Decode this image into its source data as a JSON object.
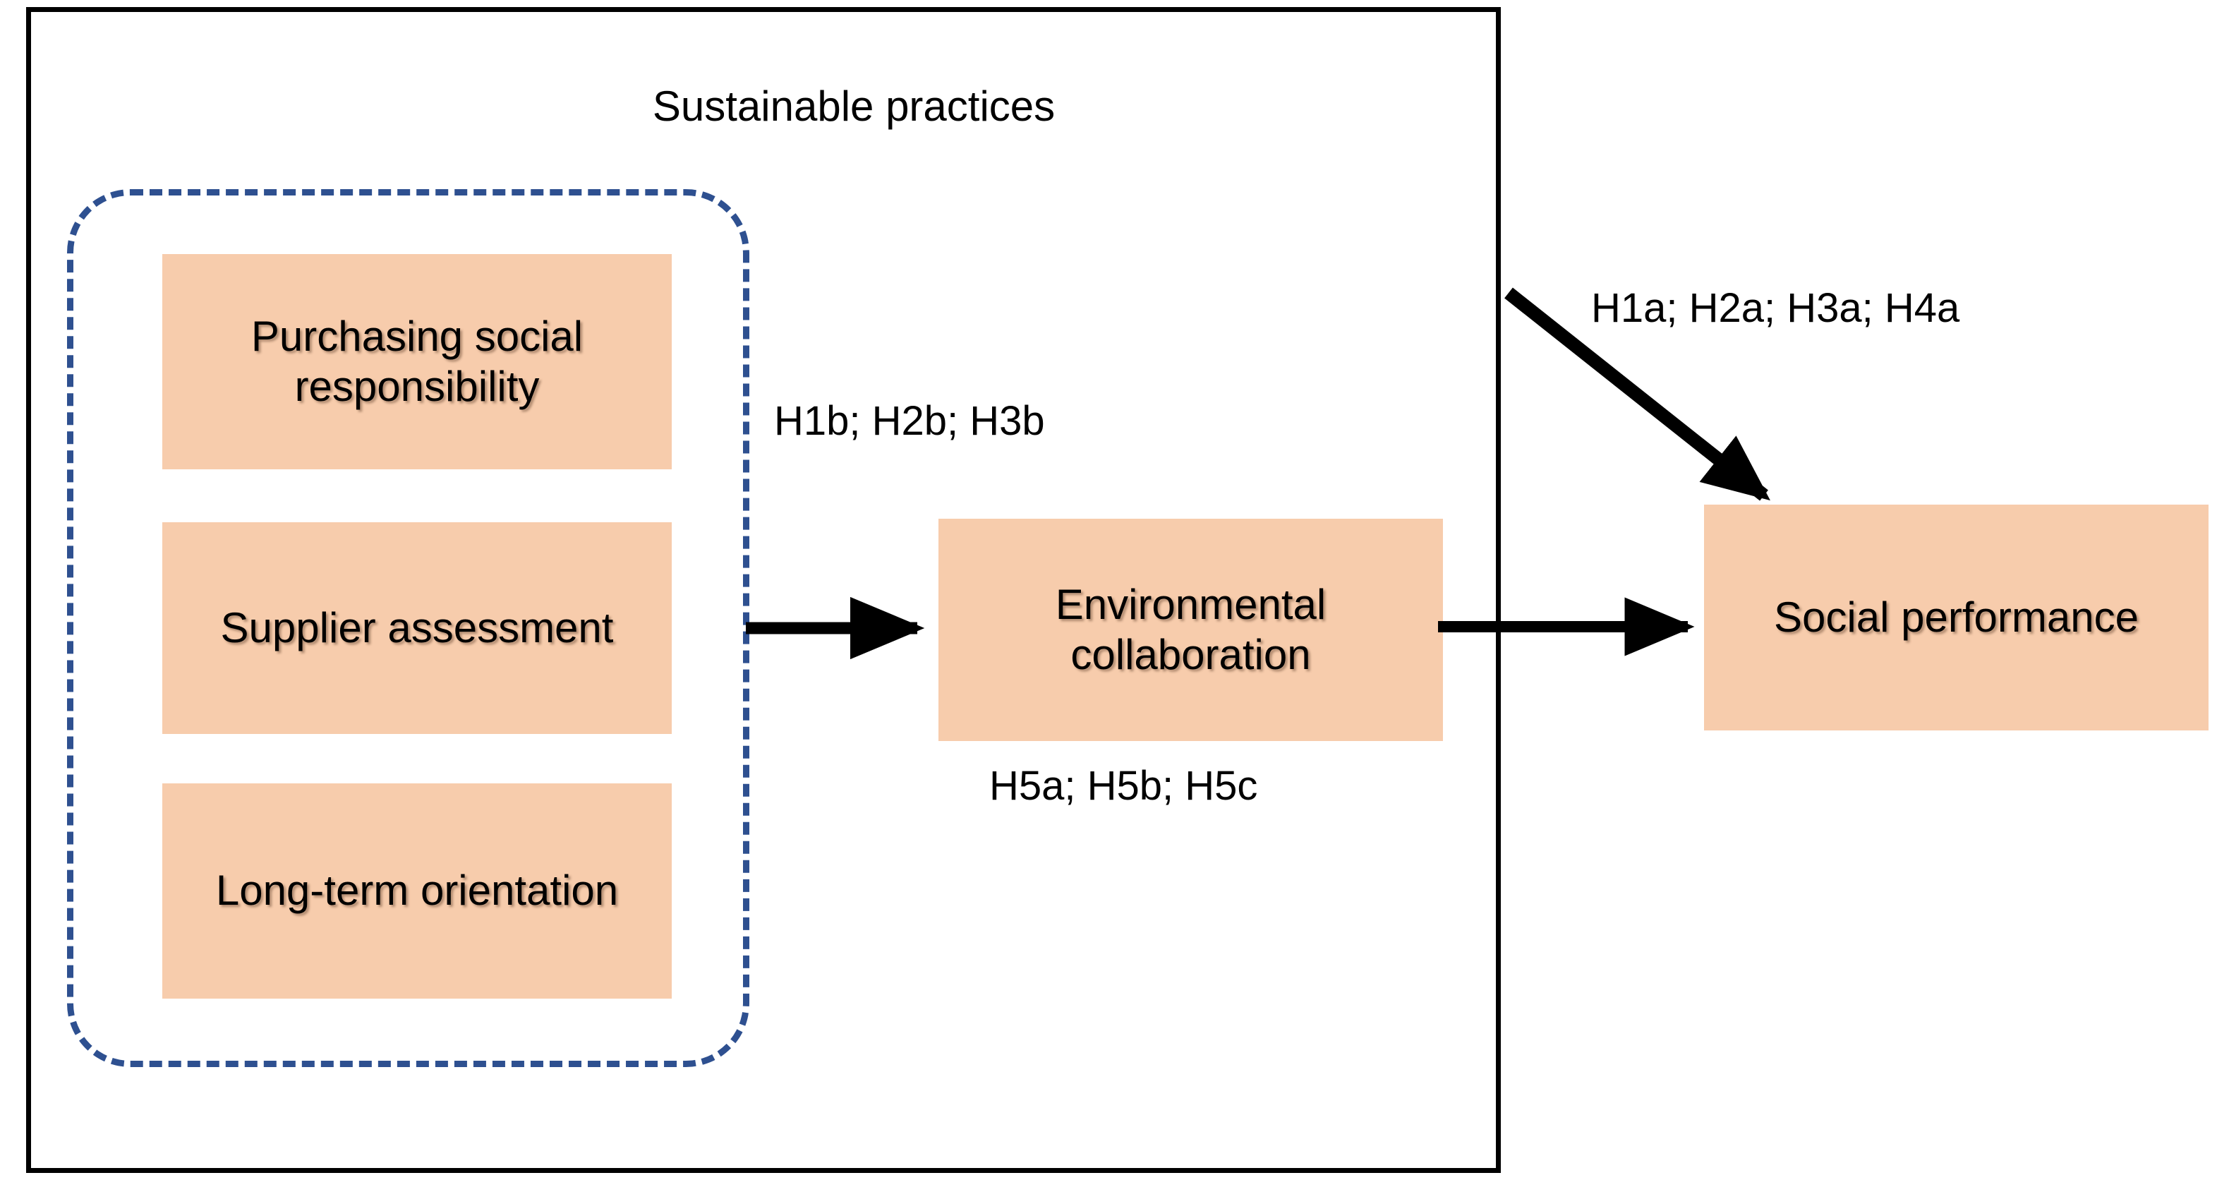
{
  "diagram": {
    "title": "Sustainable practices",
    "frame": {
      "outer_border_color": "#000000",
      "group_border_color": "#2E5090",
      "node_fill_color": "#F7CCAC",
      "arrow_color": "#000000"
    },
    "group": {
      "label": "Sustainable practices",
      "nodes": [
        {
          "id": "psr",
          "label": "Purchasing social responsibility"
        },
        {
          "id": "sa",
          "label": "Supplier assessment"
        },
        {
          "id": "lto",
          "label": "Long-term orientation"
        }
      ]
    },
    "mediator": {
      "id": "ec",
      "label": "Environmental collaboration"
    },
    "outcome": {
      "id": "sp",
      "label": "Social performance"
    },
    "hypotheses": {
      "practices_to_collaboration": "H1b; H2b; H3b",
      "practices_to_performance": "H1a; H2a; H3a; H4a",
      "collaboration_mediation": "H5a; H5b; H5c"
    },
    "edges": [
      {
        "from": "sustainable-practices",
        "to": "ec",
        "label": "H1b; H2b; H3b"
      },
      {
        "from": "sustainable-practices",
        "to": "sp",
        "label": "H1a; H2a; H3a; H4a"
      },
      {
        "from": "ec",
        "to": "sp",
        "label": "H5a; H5b; H5c"
      }
    ]
  }
}
